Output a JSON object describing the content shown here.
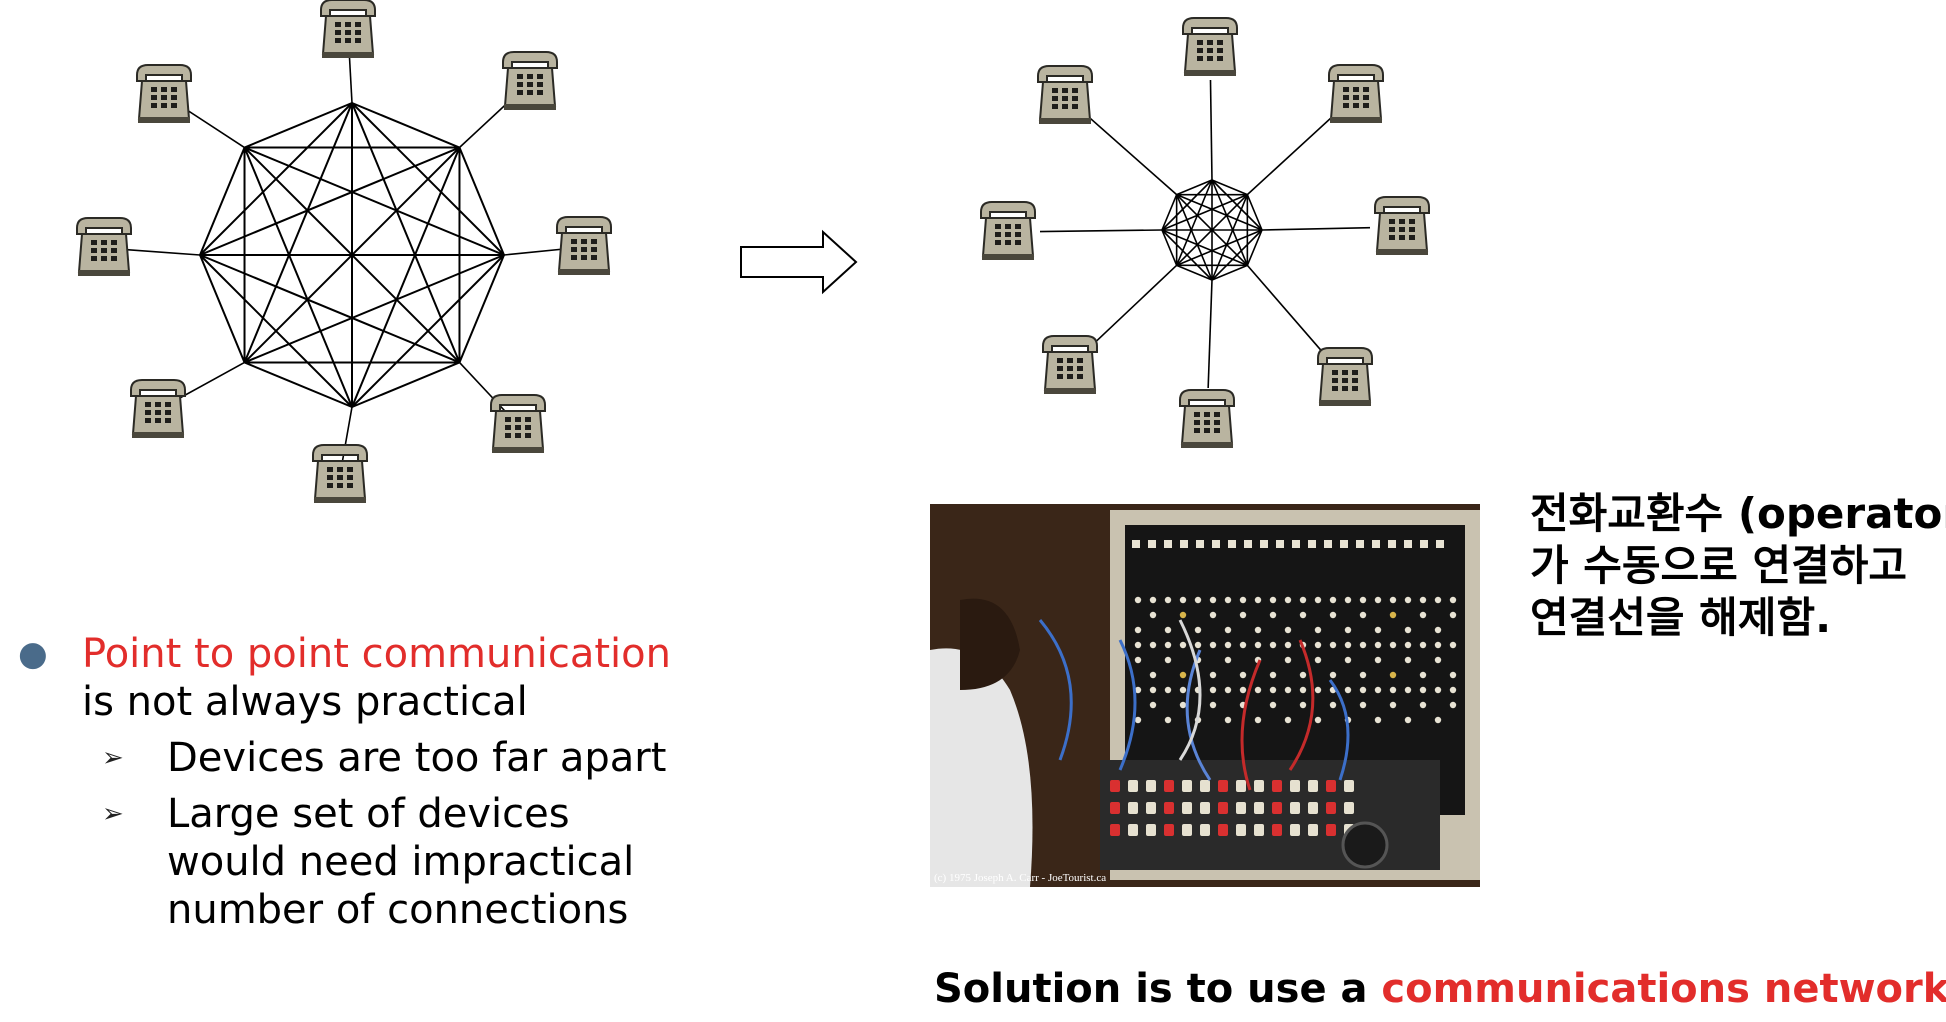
{
  "bullets": {
    "main_red": "Point to point communication",
    "main_rest": "is not always practical",
    "sub_items": [
      [
        "Devices are too far apart"
      ],
      [
        "Large set of devices",
        "would need impractical",
        "number of connections"
      ]
    ]
  },
  "korean_note": {
    "lines": [
      "전화교환수 (operator)",
      "가 수동으로 연결하고",
      "연결선을 해제함."
    ]
  },
  "solution": {
    "prefix": "Solution is to use a ",
    "highlight": "communications network"
  },
  "photo": {
    "credit": "(c) 1975 Joseph A. Carr - JoeTourist.ca"
  },
  "colors": {
    "accent_red": "#e22d2b",
    "phone_fill": "#b9b4a0",
    "phone_dark": "#4a473c"
  }
}
